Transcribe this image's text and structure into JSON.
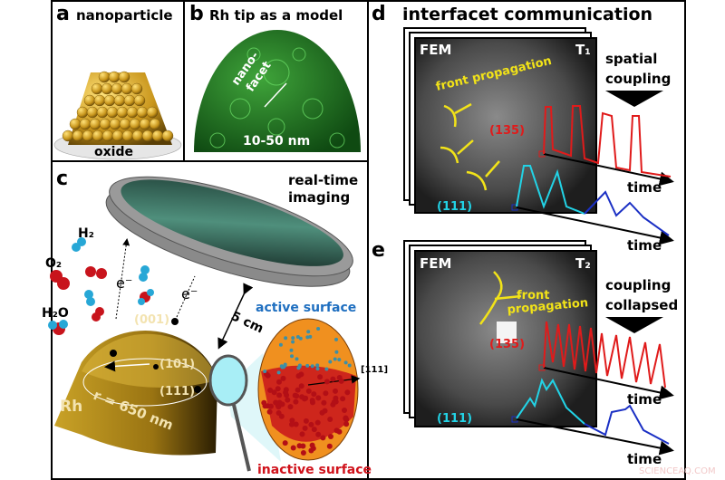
{
  "panel_a": {
    "letter": "a",
    "title": "nanoparticle",
    "support_label": "oxide"
  },
  "panel_b": {
    "letter": "b",
    "title": "Rh tip as a model",
    "facet_label_1": "nano-",
    "facet_label_2": "facet",
    "size_label": "10-50 nm"
  },
  "panel_c": {
    "letter": "c",
    "imaging_label_1": "real-time",
    "imaging_label_2": "imaging",
    "molecules": {
      "h2": "H₂",
      "o2": "O₂",
      "h2o": "H₂O"
    },
    "electron_label": "e⁻",
    "distance_label": "5 cm",
    "facets": {
      "f001": "(001)",
      "f101": "(101)",
      "f111": "(111)"
    },
    "radius_label": "r = 650 nm",
    "material_label": "Rh",
    "direction_label": "[111]",
    "active_label": "active surface",
    "inactive_label": "inactive surface",
    "colors": {
      "active": "#1f6fc0",
      "inactive": "#d0121b",
      "tip": "#c9a227"
    }
  },
  "panel_d": {
    "letter": "d",
    "title": "interfacet communication",
    "fem_label": "FEM",
    "time_label": "T₁",
    "front_label": "front propagation",
    "facet_135": "(135)",
    "facet_111": "(111)",
    "axis_label": "time",
    "coupling_label_1": "spatial",
    "coupling_label_2": "coupling"
  },
  "panel_e": {
    "letter": "e",
    "fem_label": "FEM",
    "time_label": "T₂",
    "front_label_1": "front",
    "front_label_2": "propagation",
    "facet_135": "(135)",
    "facet_111": "(111)",
    "axis_label": "time",
    "coupling_label_1": "coupling",
    "coupling_label_2": "collapsed"
  },
  "watermark": "SCIENCEAQ.COM",
  "colors": {
    "trace_135": "#e01b1b",
    "trace_111_front": "#22d3e6",
    "trace_111_back": "#1a2fc4",
    "label_yellow": "#f2e318"
  }
}
